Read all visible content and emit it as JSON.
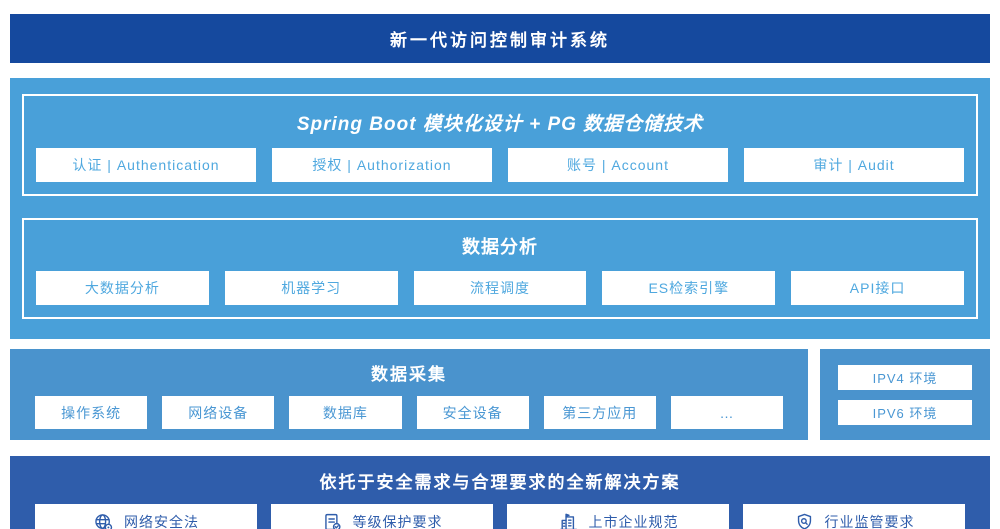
{
  "colors": {
    "header_bg": "#15499E",
    "platform_bg": "#49A0D9",
    "collection_bg": "#4A93CD",
    "solution_bg": "#2F5DAB",
    "platform_box_text": "#4FA8DF",
    "collection_box_text": "#4A97D3",
    "solution_box_text": "#2F5DAB",
    "box_bg": "#FFFFFF"
  },
  "header": {
    "title": "新一代访问控制审计系统"
  },
  "platform": {
    "modules_title": "Spring Boot 模块化设计 + PG 数据仓储技术",
    "modules": [
      "认证 | Authentication",
      "授权 | Authorization",
      "账号 | Account",
      "审计 | Audit"
    ],
    "analysis_title": "数据分析",
    "analysis_items": [
      "大数据分析",
      "机器学习",
      "流程调度",
      "ES检索引擎",
      "API接口"
    ]
  },
  "collection": {
    "title": "数据采集",
    "items": [
      "操作系统",
      "网络设备",
      "数据库",
      "安全设备",
      "第三方应用",
      "…"
    ]
  },
  "environment": {
    "items": [
      "IPV4 环境",
      "IPV6 环境"
    ]
  },
  "solution": {
    "title": "依托于安全需求与合理要求的全新解决方案",
    "items": [
      {
        "icon": "globe-location-icon",
        "label": "网络安全法"
      },
      {
        "icon": "document-check-icon",
        "label": "等级保护要求"
      },
      {
        "icon": "building-flag-icon",
        "label": "上市企业规范"
      },
      {
        "icon": "shield-search-icon",
        "label": "行业监管要求"
      }
    ]
  }
}
